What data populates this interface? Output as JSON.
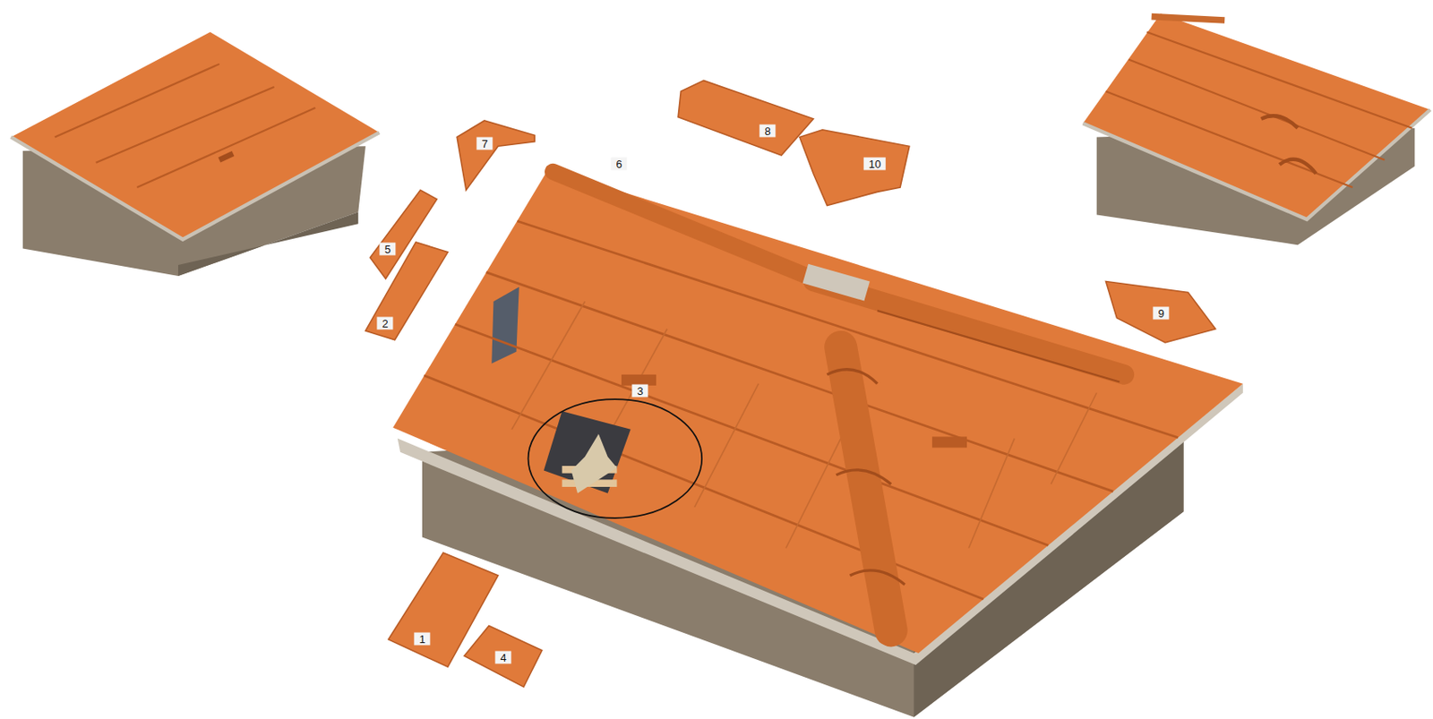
{
  "diagram": {
    "labels": [
      "7",
      "6",
      "8",
      "10",
      "5",
      "2",
      "3",
      "9",
      "1",
      "4"
    ]
  }
}
